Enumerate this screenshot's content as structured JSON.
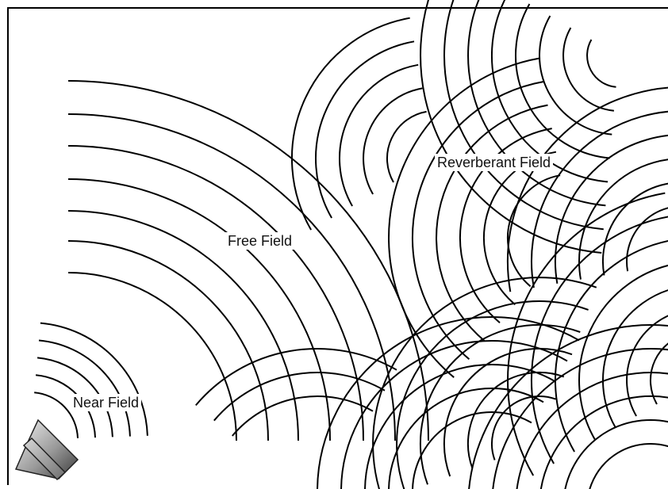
{
  "labels": {
    "free_field": "Free Field",
    "reverberant_field": "Reverberant Field",
    "near_field": "Near Field"
  },
  "colors": {
    "line": "#000000",
    "background": "#ffffff"
  },
  "icons": {
    "source": "loudspeaker-icon"
  }
}
